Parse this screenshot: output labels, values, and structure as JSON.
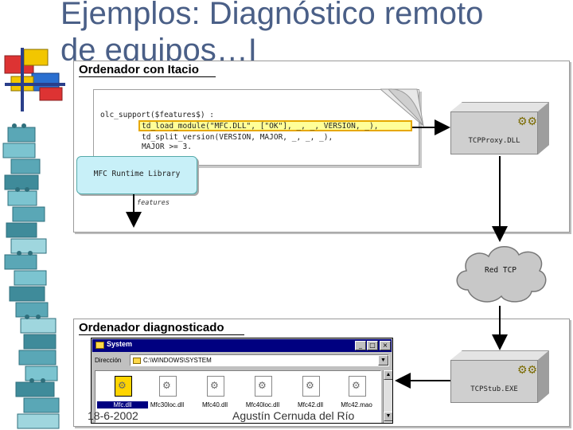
{
  "slide": {
    "title_line1": "Ejemplos: Diagnóstico remoto",
    "title_line2": "de equipos…I",
    "footer_date": "18-6-2002",
    "footer_author": "Agustín Cernuda del Río"
  },
  "top_panel": {
    "title": "Ordenador con Itacio",
    "code_lines": [
      "olc_support($features$) :",
      "td_load_module(\"MFC.DLL\", [\"OK\"], _, _, VERSION, _),",
      "td_split_version(VERSION, MAJOR, _, _, _),",
      "MAJOR >= 3."
    ],
    "library_box": "MFC Runtime Library",
    "features_label": "features",
    "proxy_label": "TCPProxy.DLL"
  },
  "network": {
    "cloud_label": "Red TCP"
  },
  "bottom_panel": {
    "title": "Ordenador diagnosticado",
    "stub_label": "TCPStub.EXE"
  },
  "explorer": {
    "title": "System",
    "address_label": "Dirección",
    "address_value": "C:\\WINDOWS\\SYSTEM",
    "files": [
      "Mfc.dll",
      "Mfc30loc.dll",
      "Mfc40.dll",
      "Mfc40loc.dll",
      "Mfc42.dll",
      "Mfc42.mao"
    ]
  },
  "colors": {
    "title": "#4a5f87",
    "highlight_fill": "#ffff99",
    "highlight_border": "#e6a800",
    "library_fill": "#c8f0f8",
    "window_titlebar": "#000080"
  }
}
